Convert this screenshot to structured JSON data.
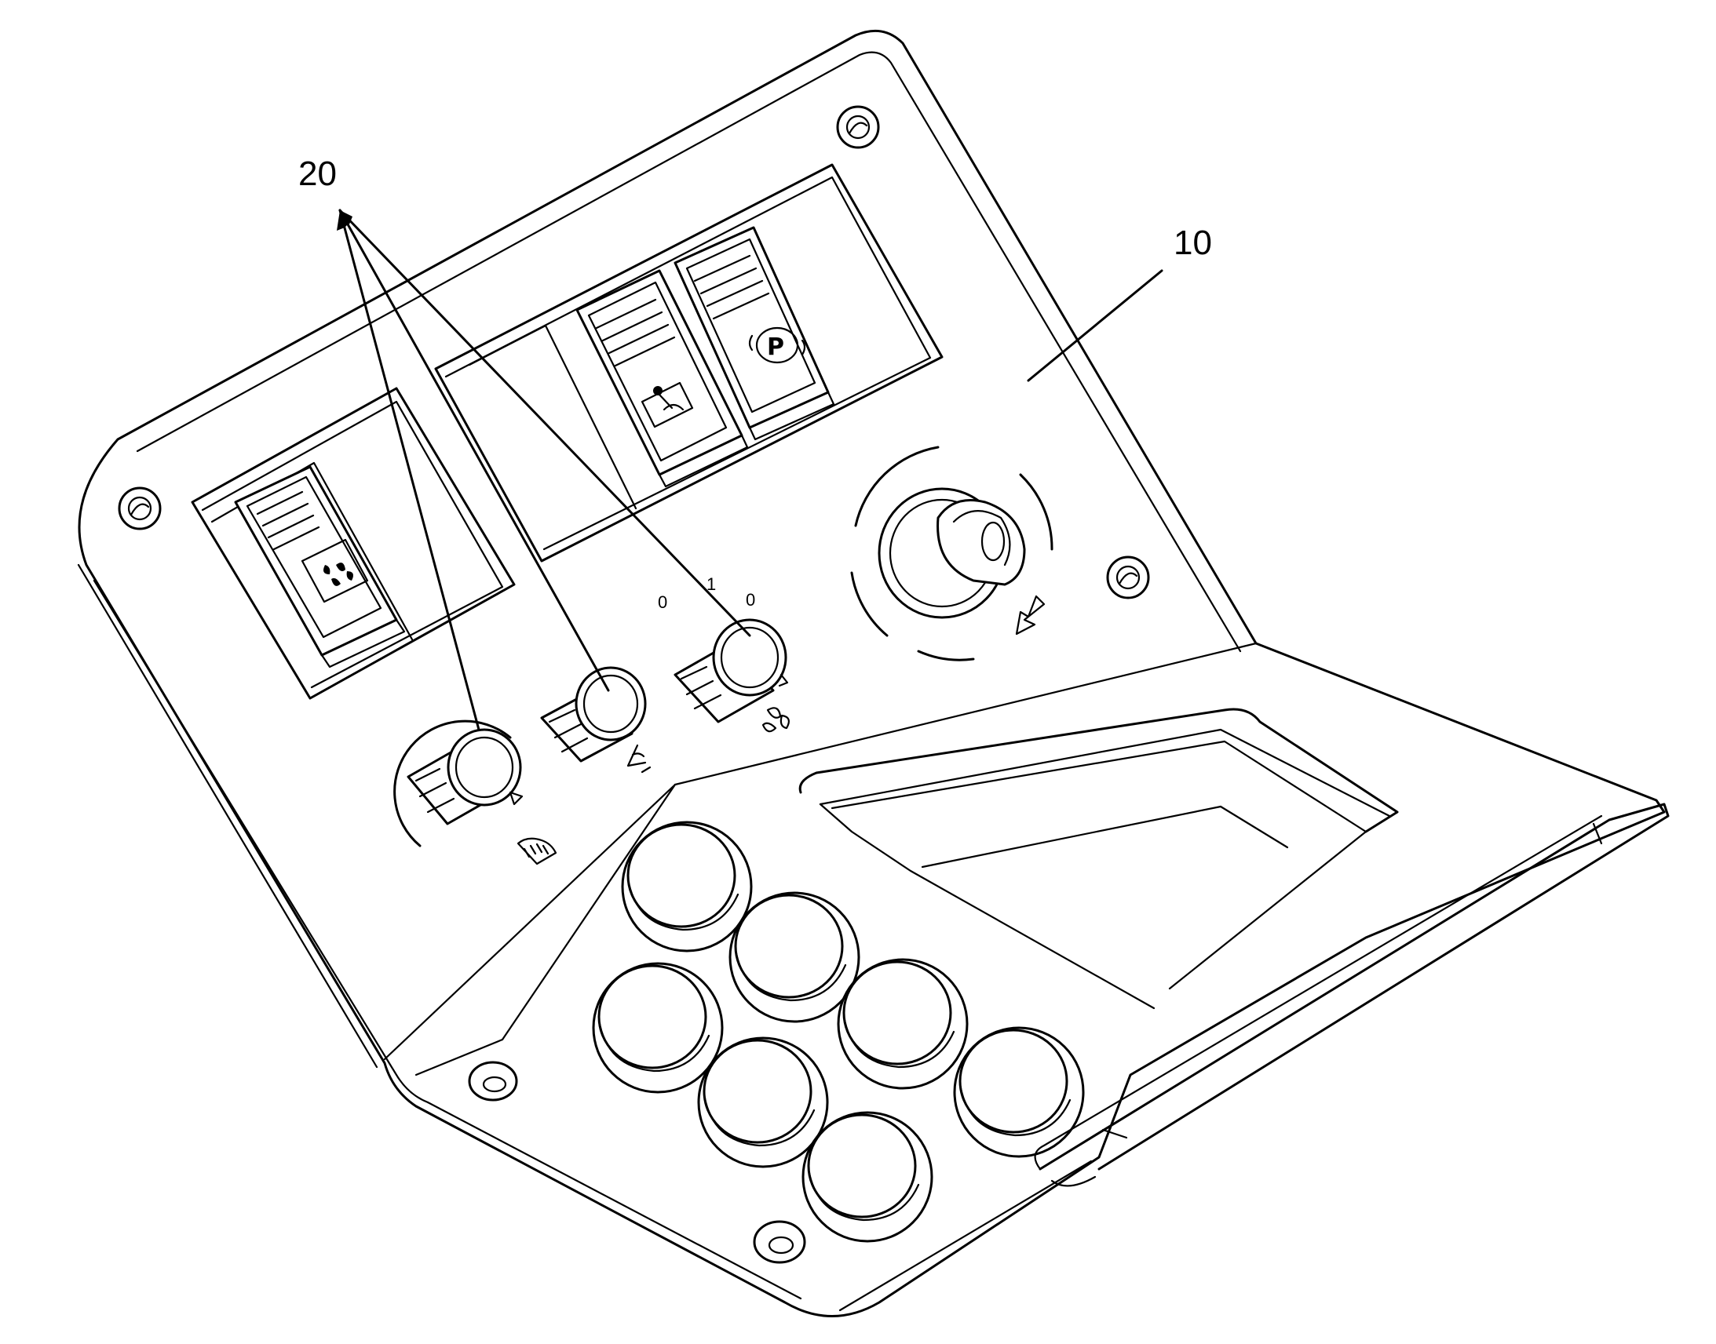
{
  "labels": {
    "ref_20": "20",
    "ref_10": "10"
  },
  "knob_scale": {
    "pos_0_left": "0",
    "pos_1": "1",
    "pos_0_right": "0"
  },
  "icons": {
    "fan_rocker": "fan-icon",
    "joystick_rocker": "joystick-icon",
    "parking_rocker": "parking-brake-icon",
    "defrost": "rear-defrost-icon",
    "airflow": "airflow-icon",
    "blower": "fan-icon",
    "key_arrow": "arrow-icon"
  },
  "symbols": {
    "parking_letter": "P"
  }
}
